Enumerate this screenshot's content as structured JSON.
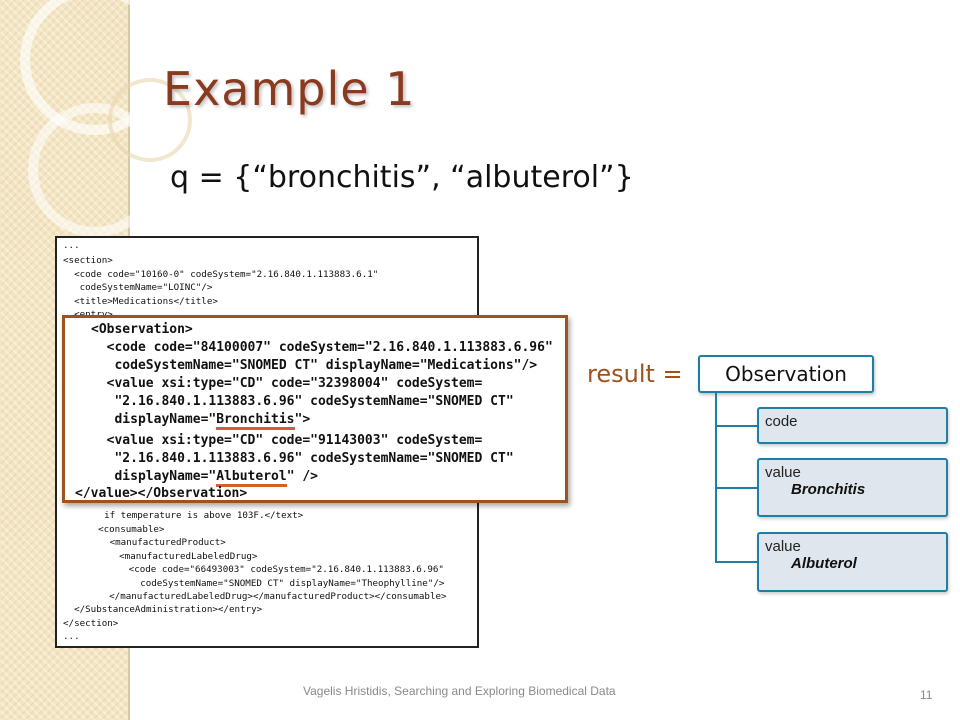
{
  "slide": {
    "title": "Example 1",
    "query": "q = {“bronchitis”, “albuterol”}",
    "footer": "Vagelis Hristidis, Searching and Exploring Biomedical Data",
    "page_number": "11"
  },
  "xml_document": {
    "lines": [
      "...",
      "<section>",
      "  <code code=\"10160-0\" codeSystem=\"2.16.840.1.113883.6.1\"",
      "   codeSystemName=\"LOINC\"/>",
      "  <title>Medications</title>",
      "  <entry>",
      "  if temperature is above 103F.</text>",
      "  <consumable>",
      "   <manufacturedProduct>",
      "    <manufacturedLabeledDrug>",
      "     <code code=\"66493003\" codeSystem=\"2.16.840.1.113883.6.96\"",
      "      codeSystemName=\"SNOMED CT\" displayName=\"Theophylline\"/>",
      "    </manufacturedLabeledDrug></manufacturedProduct></consumable>",
      "  </SubstanceAdministration></entry>",
      "</section>",
      "..."
    ]
  },
  "zoom": {
    "lines": [
      "<Observation>",
      "  <code code=\"84100007\" codeSystem=\"2.16.840.1.113883.6.96\"",
      "   codeSystemName=\"SNOMED CT\" displayName=\"Medications\"/>",
      "  <value xsi:type=\"CD\" code=\"32398004\" codeSystem=",
      "   \"2.16.840.1.113883.6.96\" codeSystemName=\"SNOMED CT\"",
      "   displayName=\"",
      "  <value xsi:type=\"CD\" code=\"91143003\" codeSystem=",
      "   \"2.16.840.1.113883.6.96\" codeSystemName=\"SNOMED CT\"",
      "   displayName=\"",
      "</value></Observation>"
    ],
    "highlight_1": "Bronchitis",
    "highlight_1_tail": "\">",
    "highlight_2": "Albuterol",
    "highlight_2_tail": "\" />"
  },
  "result": {
    "label": "result =",
    "root": "Observation",
    "children": [
      {
        "label": "code",
        "value": ""
      },
      {
        "label": "value",
        "value": "Bronchitis"
      },
      {
        "label": "value",
        "value": "Albuterol"
      }
    ]
  },
  "colors": {
    "title": "#8a3a1e",
    "accent_box": "#a0521e",
    "underline": "#d2602a",
    "tree_border": "#1d7fa5",
    "tree_child_fill": "#dfe6ee"
  }
}
